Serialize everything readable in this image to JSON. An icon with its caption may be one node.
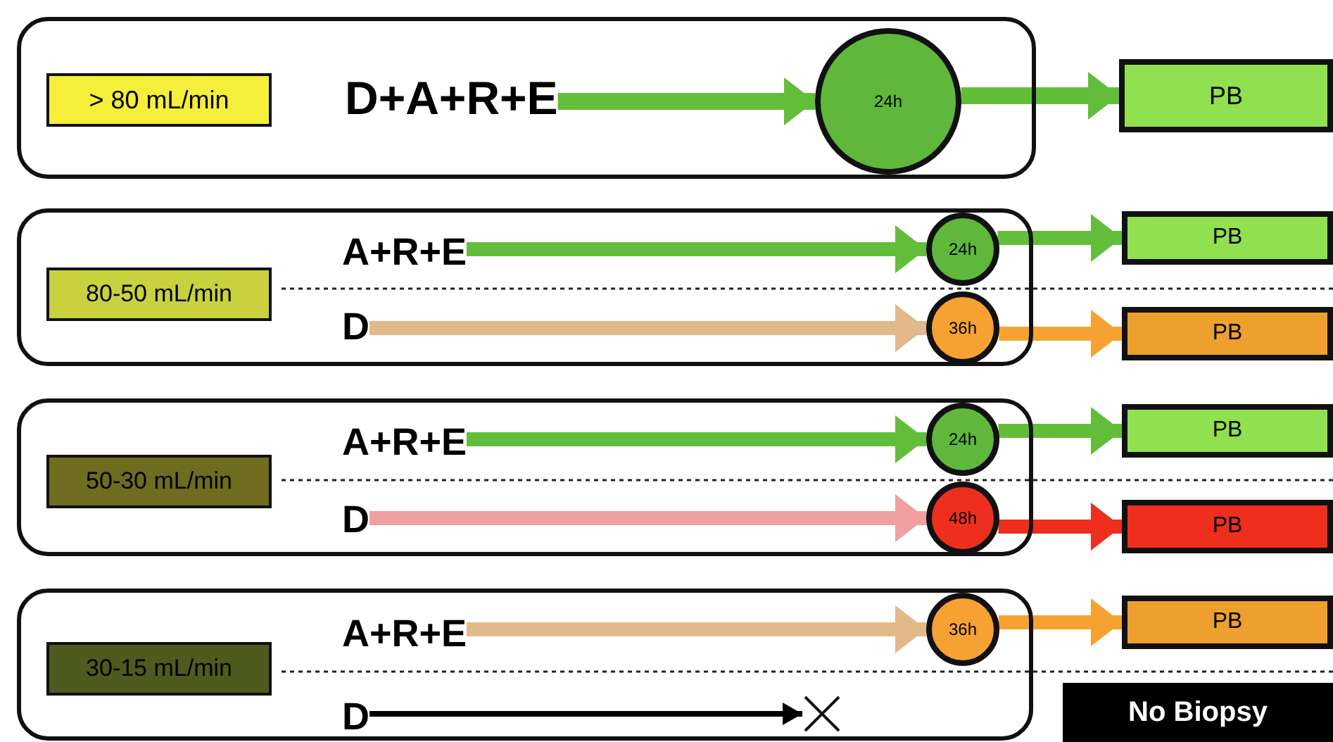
{
  "diagram": {
    "nodes": [
      {
        "text": [],
        "shape": "box"
      },
      {
        "text": [
          "> 80 mL/min"
        ],
        "in": 0
      },
      {
        "text": [
          "D+A+R+E"
        ],
        "in": 0
      },
      {
        "text": [
          "24h"
        ],
        "in": 0
      },
      {
        "text": [
          "PB"
        ]
      },
      {
        "text": [],
        "shape": "box"
      },
      {
        "text": [
          "80-50 mL/min"
        ],
        "in": 5
      },
      {
        "text": [
          "A+R+E"
        ],
        "in": 5
      },
      {
        "text": [
          "24h"
        ],
        "in": 5
      },
      {
        "text": [
          "D"
        ],
        "in": 5
      },
      {
        "text": [
          "36h"
        ],
        "in": 5
      },
      {
        "text": [
          "PB"
        ]
      },
      {
        "text": [
          "PB"
        ]
      },
      {
        "text": [],
        "shape": "box"
      },
      {
        "text": [
          "50-30 mL/min"
        ],
        "in": 13
      },
      {
        "text": [
          "A+R+E"
        ],
        "in": 13
      },
      {
        "text": [
          "24h"
        ],
        "in": 13
      },
      {
        "text": [
          "D"
        ],
        "in": 13
      },
      {
        "text": [
          "48h"
        ],
        "in": 13
      },
      {
        "text": [
          "PB"
        ]
      },
      {
        "text": [
          "PB"
        ]
      },
      {
        "text": [],
        "shape": "box"
      },
      {
        "text": [
          "30-15 mL/min"
        ],
        "in": 21
      },
      {
        "text": [
          "A+R+E"
        ],
        "in": 21
      },
      {
        "text": [
          "36h"
        ],
        "in": 21
      },
      {
        "text": [
          "D"
        ],
        "in": 21
      },
      {
        "text": [],
        "shape": "cross",
        "in": 21
      },
      {
        "text": [
          "PB"
        ]
      },
      {
        "text": [
          "No Biopsy"
        ]
      }
    ],
    "edges": [
      {
        "from": 2,
        "to": 3,
        "arrow": "to"
      },
      {
        "from": 3,
        "to": 4,
        "arrow": "to"
      },
      {
        "from": 7,
        "to": 8,
        "arrow": "to"
      },
      {
        "from": 9,
        "to": 10,
        "arrow": "to",
        "color": "#e2b98a"
      },
      {
        "from": 8,
        "to": 11,
        "arrow": "to"
      },
      {
        "from": 10,
        "to": 12,
        "arrow": "to",
        "color": "#f5a233"
      },
      {
        "from": 15,
        "to": 16,
        "arrow": "to"
      },
      {
        "from": 17,
        "to": 18,
        "arrow": "to",
        "color": "#f0a0a0"
      },
      {
        "from": 16,
        "to": 19,
        "arrow": "to"
      },
      {
        "from": 18,
        "to": 20,
        "arrow": "to",
        "color": "#ee2f1e"
      },
      {
        "from": 23,
        "to": 24,
        "arrow": "to",
        "color": "#e2b98a"
      },
      {
        "from": 24,
        "to": 27,
        "arrow": "to",
        "color": "#f5a233"
      },
      {
        "from": 25,
        "to": 26,
        "arrow": "to",
        "color": "#000000"
      }
    ]
  }
}
